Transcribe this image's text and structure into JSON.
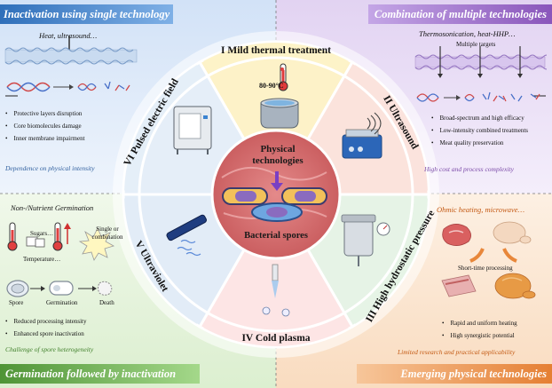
{
  "corners": {
    "top_left": {
      "title": "Inactivation using single technology",
      "subtitle": "Heat, ultrasound…",
      "bullets": [
        "Protective layers disruption",
        "Core biomolecules damage",
        "Inner membrane impairment"
      ],
      "note": "Dependence on physical intensity",
      "color": "#3f7fc8"
    },
    "top_right": {
      "title": "Combination of multiple technologies",
      "subtitle": "Thermosonication, heat-HHP…",
      "targets_label": "Multiple targets",
      "bullets": [
        "Broad-spectrum and high efficacy",
        "Low-intensity combined treatments",
        "Meat quality preservation"
      ],
      "note": "High cost and process complexity",
      "color": "#8f5fb8"
    },
    "bottom_left": {
      "title": "Germination followed by inactivation",
      "subtitle": "Non-/Nutrient Germination",
      "labels": {
        "sugars": "Sugars…",
        "temperature": "Temperature…",
        "single_or_combination": "Single or combination",
        "spore": "Spore",
        "germination": "Germination",
        "death": "Death"
      },
      "bullets": [
        "Reduced processing intensity",
        "Enhanced spore inactivation"
      ],
      "note": "Challenge of spore heterogeneity",
      "color": "#5ea03e"
    },
    "bottom_right": {
      "title": "Emerging physical technologies",
      "subtitle": "Ohmic heating, microwave…",
      "process_label": "Short-time processing",
      "bullets": [
        "Rapid and uniform heating",
        "High synergistic potential"
      ],
      "note": "Limited research and practical applicability",
      "color": "#e8873a"
    }
  },
  "wheel": {
    "segments": [
      {
        "numeral": "I",
        "label": "Mild thermal treatment",
        "color": "#fdf2c8"
      },
      {
        "numeral": "II",
        "label": "Ultrasound",
        "color": "#fbe3dc"
      },
      {
        "numeral": "III",
        "label": "High hydrostatic pressure",
        "color": "#e6f3e6"
      },
      {
        "numeral": "IV",
        "label": "Cold plasma",
        "color": "#fde5e5"
      },
      {
        "numeral": "V",
        "label": "Ultraviolet",
        "color": "#e2ecf7"
      },
      {
        "numeral": "VI",
        "label": "Pulsed electric field",
        "color": "#e5eef8"
      }
    ],
    "temperature_label": "80-90°C",
    "center_top": "Physical technologies",
    "center_bottom": "Bacterial spores"
  }
}
